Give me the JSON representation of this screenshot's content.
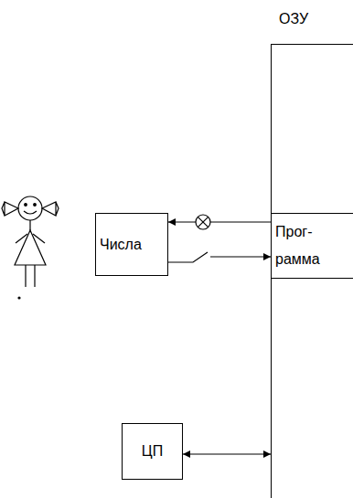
{
  "diagram": {
    "nodes": [
      {
        "text": [
          "ОЗУ"
        ]
      },
      {
        "text": [
          "Прог- рамма"
        ],
        "in": 0
      },
      {
        "text": [
          "Числа"
        ]
      },
      {
        "text": [
          "ЦП"
        ]
      }
    ],
    "edges": [
      {
        "from": 1,
        "to": 2,
        "arrow": "to"
      },
      {
        "from": 2,
        "to": 1,
        "arrow": "to"
      },
      {
        "from": 3,
        "to": 0,
        "arrow": "both"
      }
    ]
  }
}
